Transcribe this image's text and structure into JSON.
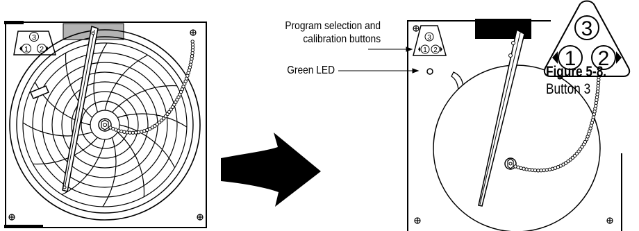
{
  "callouts": {
    "program_line1": "Program selection and",
    "program_line2": "calibration buttons",
    "green_led": "Green LED"
  },
  "figure": {
    "title": "Figure 5-8.",
    "caption": "Button 3"
  },
  "buttons": {
    "top": "3",
    "left": "1",
    "right": "2"
  }
}
